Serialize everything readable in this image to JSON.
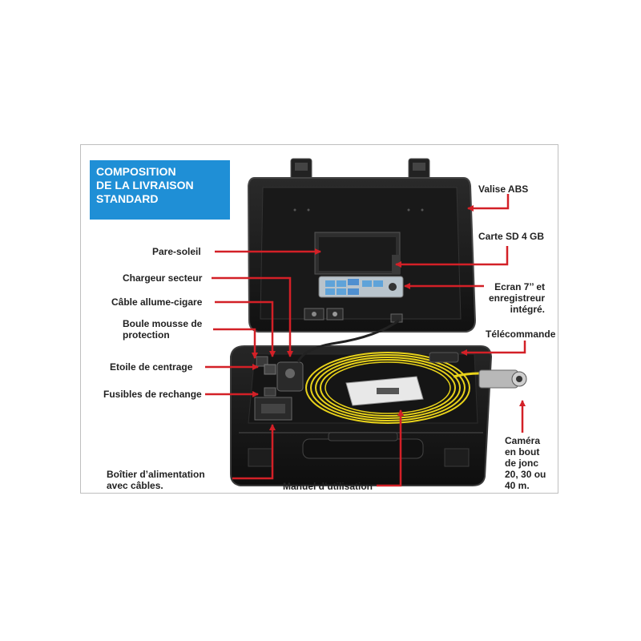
{
  "title": {
    "lines": [
      "COMPOSITION",
      "DE LA LIVRAISON",
      "STANDARD"
    ]
  },
  "colors": {
    "title_bg": "#1f8fd6",
    "arrow": "#d32027",
    "case": "#1c1c1c",
    "cable": "#e8d21a"
  },
  "labels": {
    "valise": "Valise ABS",
    "carte_sd": "Carte SD 4 GB",
    "ecran": [
      "Ecran 7’’ et",
      "enregistreur",
      "intégré."
    ],
    "telecommande": "Télécommande",
    "camera": [
      "Caméra",
      "en bout",
      "de jonc",
      "20, 30 ou",
      "40 m."
    ],
    "pare_soleil": "Pare-soleil",
    "chargeur": "Chargeur secteur",
    "cable_allume": "Câble allume-cigare",
    "boule": [
      "Boule mousse de",
      "protection"
    ],
    "etoile": "Etoile de centrage",
    "fusibles": "Fusibles de rechange",
    "boitier": [
      "Boîtier d’alimentation",
      "avec câbles."
    ],
    "manuel": "Manuel d’utilisation"
  }
}
